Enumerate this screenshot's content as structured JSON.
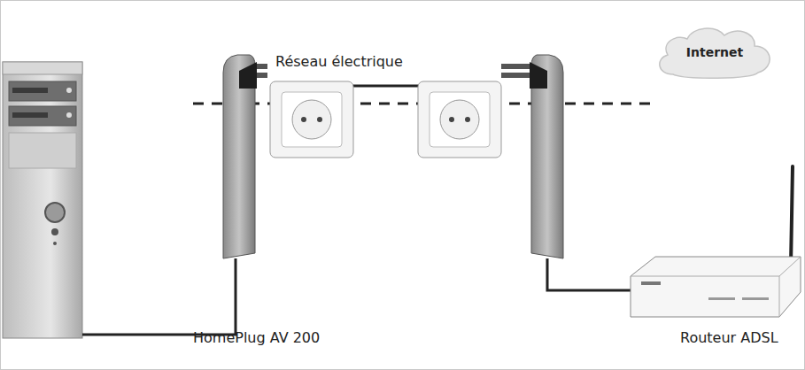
{
  "diagram": {
    "nodes": [
      {
        "text": [
          "Internet"
        ]
      }
    ],
    "labels": [
      "Réseau électrique",
      "HomePlug AV 200",
      "Routeur ADSL"
    ]
  }
}
